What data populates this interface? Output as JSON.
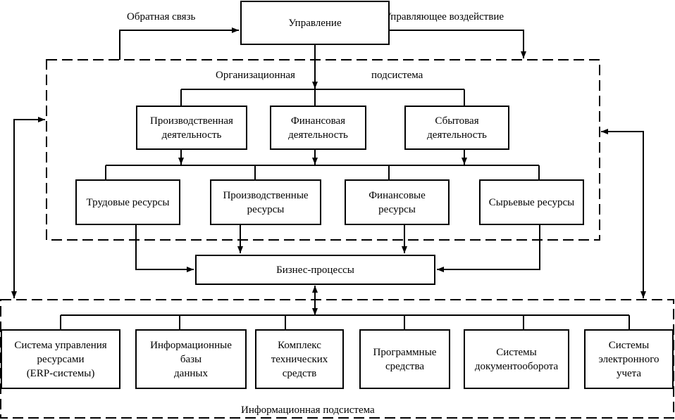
{
  "top": {
    "control": "Управление"
  },
  "labels": {
    "feedback": "Обратная связь",
    "control_action": "Управляющее воздействие"
  },
  "org_subsystem": {
    "label_left": "Организационная",
    "label_right": "подсистема"
  },
  "activities": [
    {
      "lines": [
        "Производственная",
        "деятельность"
      ]
    },
    {
      "lines": [
        "Финансовая",
        "деятельность"
      ]
    },
    {
      "lines": [
        "Сбытовая",
        "деятельность"
      ]
    }
  ],
  "resources": [
    {
      "lines": [
        "Трудовые ресурсы"
      ]
    },
    {
      "lines": [
        "Производственные",
        "ресурсы"
      ]
    },
    {
      "lines": [
        "Финансовые",
        "ресурсы"
      ]
    },
    {
      "lines": [
        "Сырьевые ресурсы"
      ]
    }
  ],
  "business_processes": "Бизнес-процессы",
  "info_subsystem": {
    "label": "Информационная подсистема",
    "components": [
      {
        "lines": [
          "Система управления",
          "ресурсами",
          "(ERP-системы)"
        ]
      },
      {
        "lines": [
          "Информационные",
          "базы",
          "данных"
        ]
      },
      {
        "lines": [
          "Комплекс",
          "технических",
          "средств"
        ]
      },
      {
        "lines": [
          "Программные",
          "средства"
        ]
      },
      {
        "lines": [
          "Системы",
          "документооборота"
        ]
      },
      {
        "lines": [
          "Системы",
          "электронного",
          "учета"
        ]
      }
    ]
  }
}
